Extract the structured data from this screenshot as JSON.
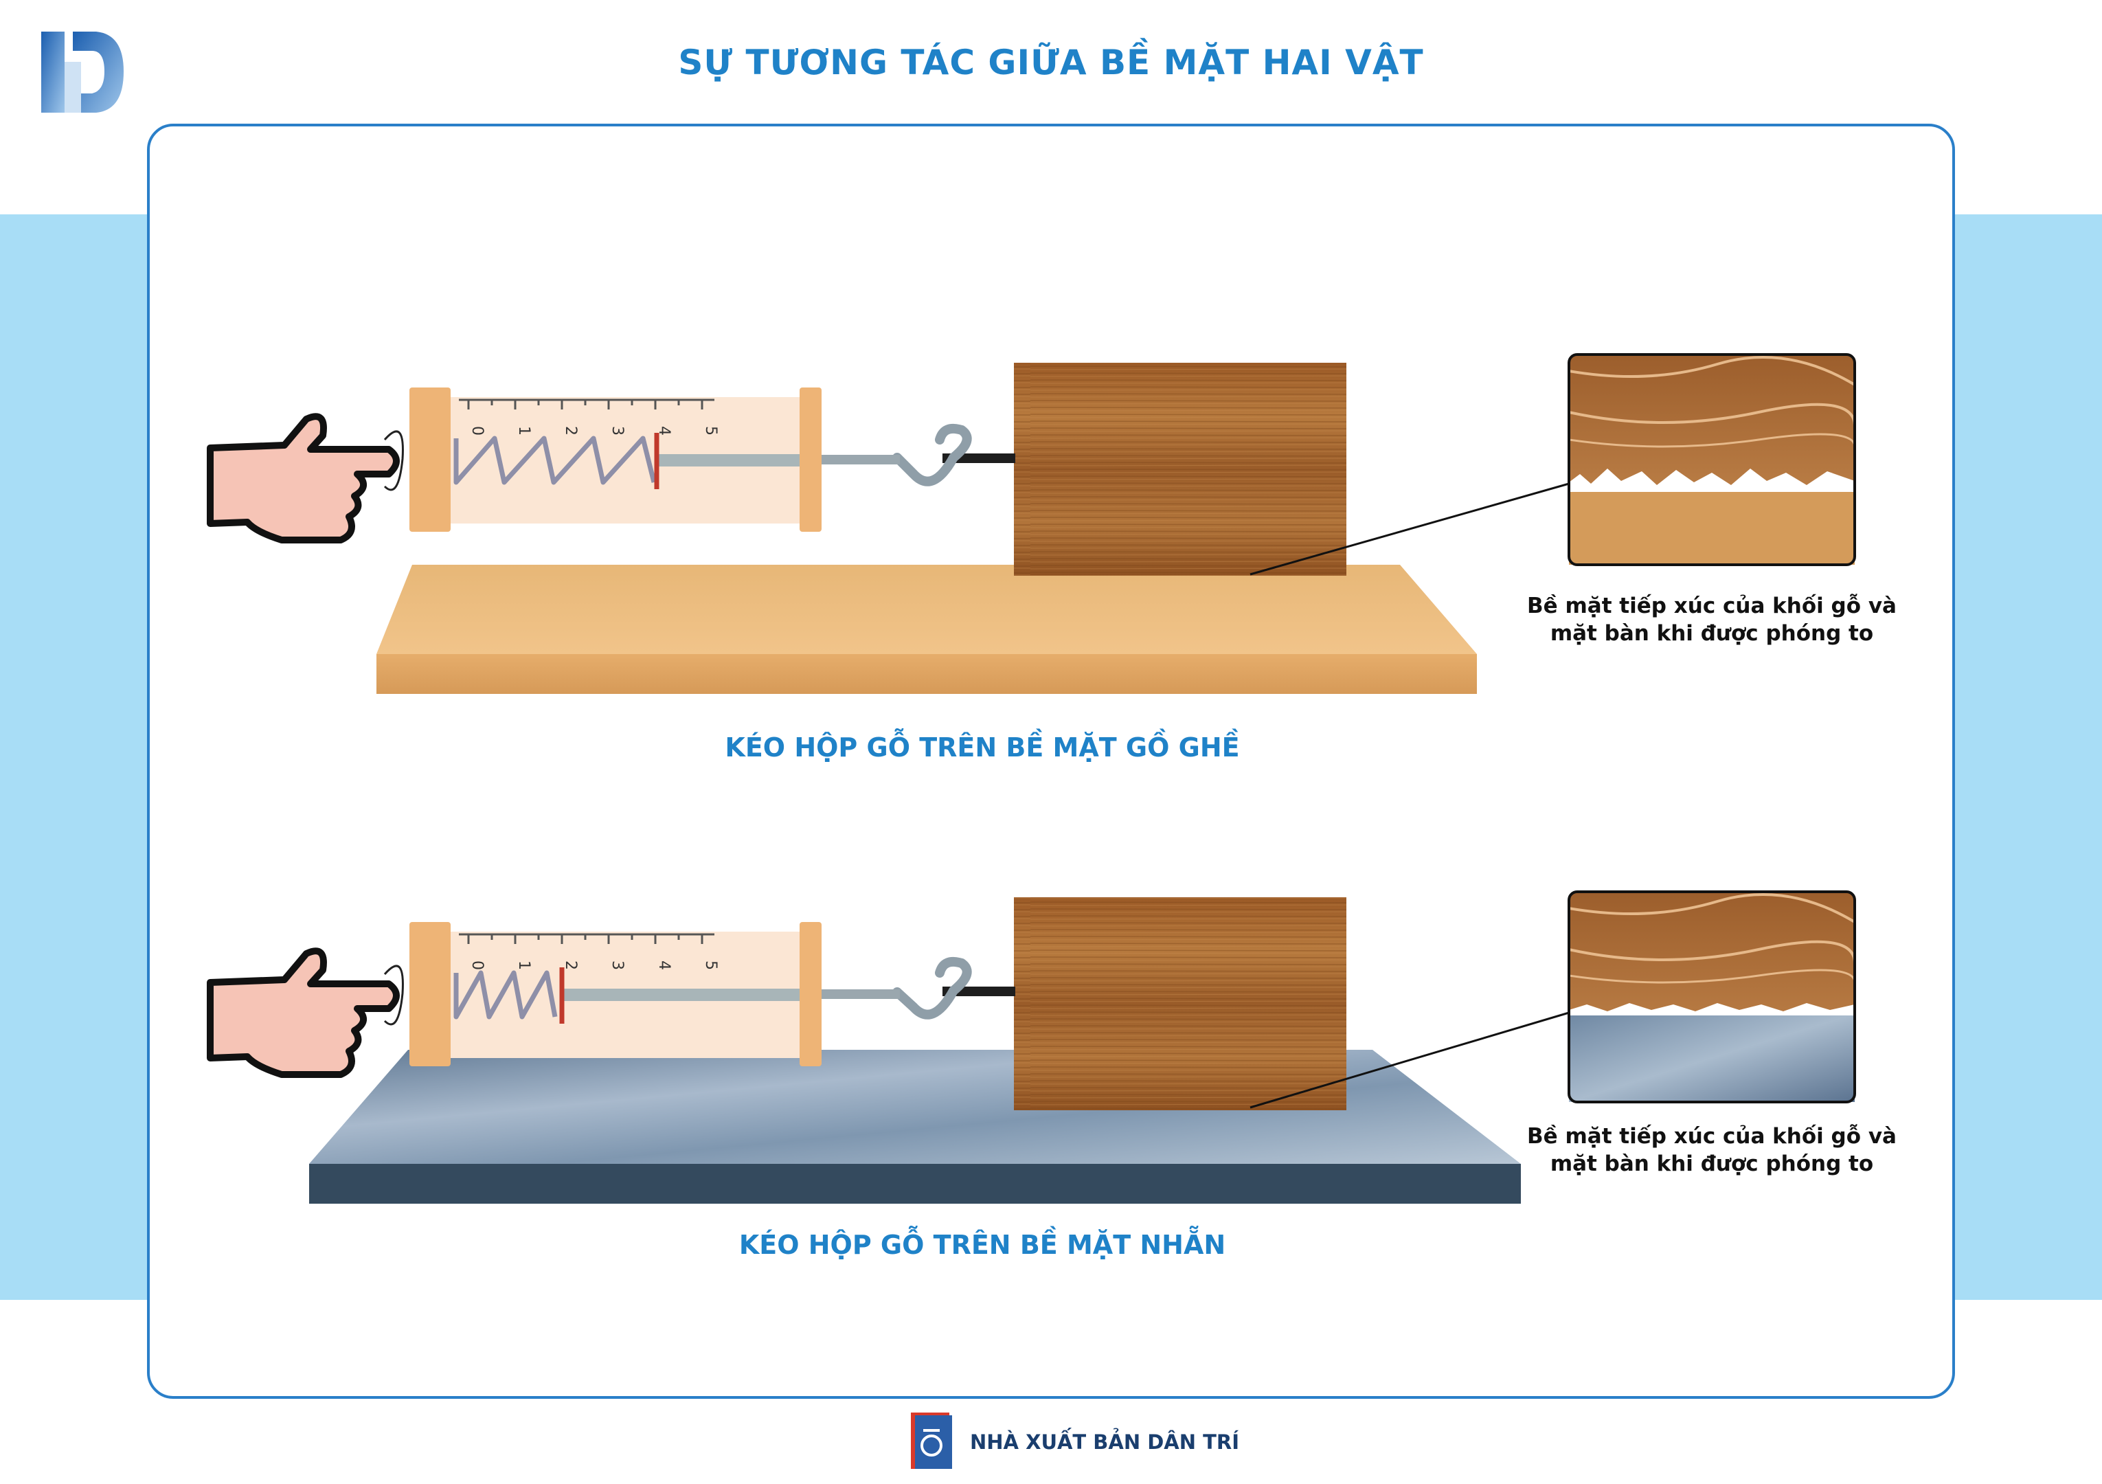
{
  "title": "SỰ TƯƠNG TÁC GIỮA BỀ MẶT HAI VẬT",
  "panels": [
    {
      "caption": "KÉO HỘP GỖ TRÊN BỀ MẶT GỒ GHỀ",
      "note": "Bề mặt tiếp xúc của khối gỗ và mặt bàn khi được phóng to",
      "surface": "wood",
      "scale_ticks": [
        "0",
        "1",
        "2",
        "3",
        "4",
        "5"
      ],
      "indicator_value": 4
    },
    {
      "caption": "KÉO HỘP GỖ TRÊN BỀ MẶT NHẴN",
      "note": "Bề mặt tiếp xúc của khối gỗ và mặt bàn khi được phóng to",
      "surface": "stone",
      "scale_ticks": [
        "0",
        "1",
        "2",
        "3",
        "4",
        "5"
      ],
      "indicator_value": 2
    }
  ],
  "publisher": "NHÀ XUẤT BẢN DÂN TRÍ",
  "colors": {
    "accent": "#1f82c8",
    "band": "#a8ddf6",
    "frame": "#ecb47a",
    "indicator": "#c0392b",
    "wood_block": "#a4642e",
    "table_wood": "#e0a966",
    "table_stone": "#7d93ab"
  },
  "icons": [
    "hand-pointing-icon",
    "publisher-logo-icon",
    "brand-logo-icon"
  ]
}
